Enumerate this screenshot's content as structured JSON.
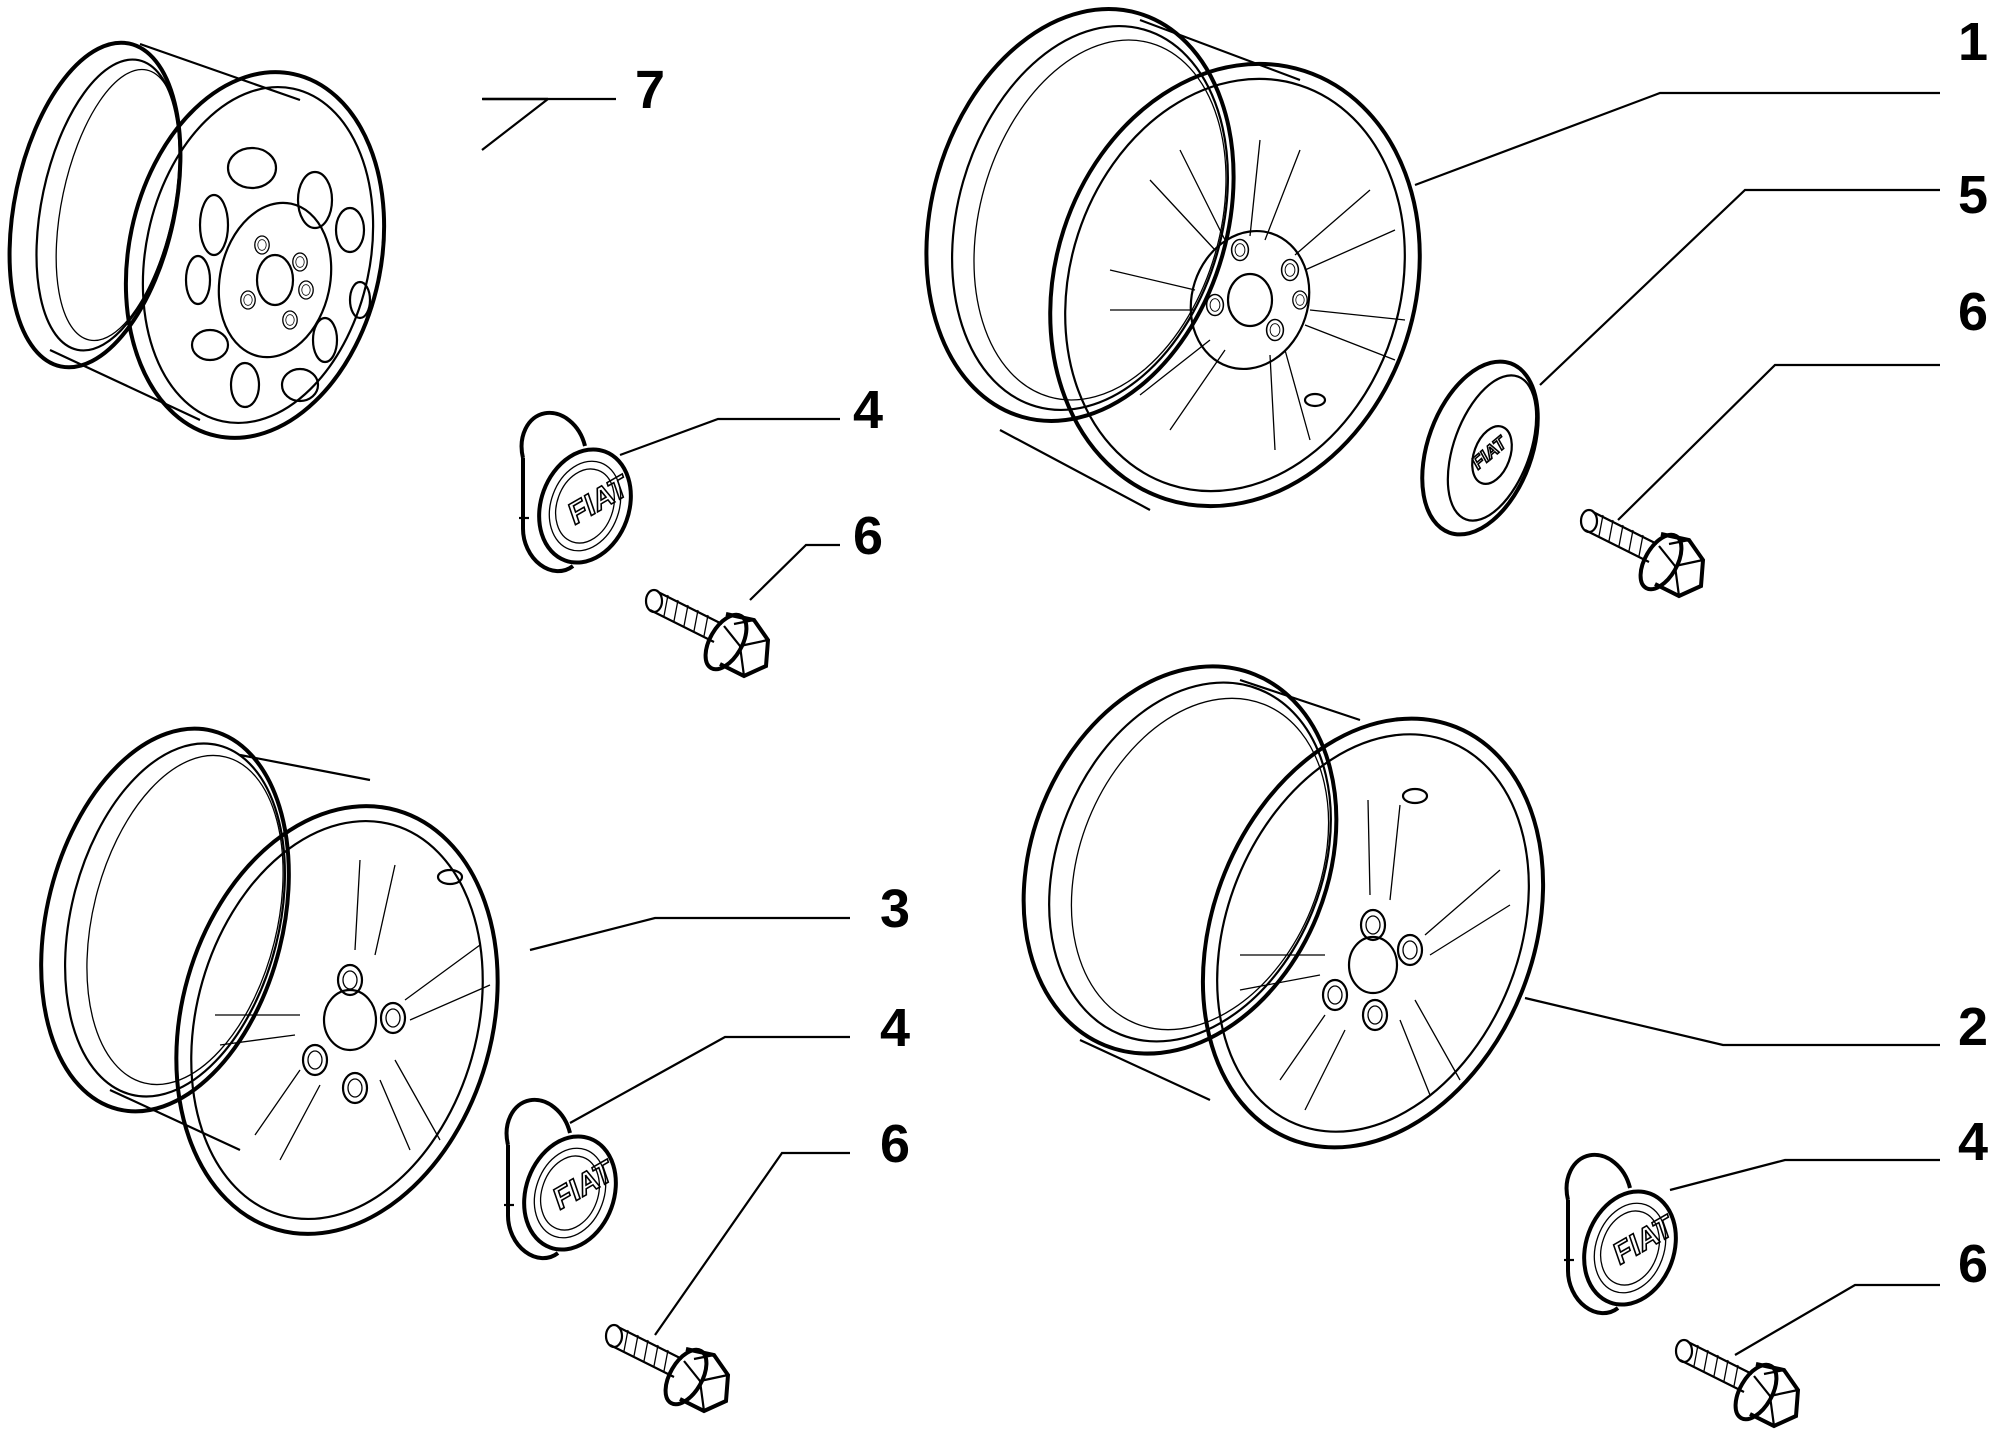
{
  "diagram": {
    "callouts": [
      {
        "id": "7",
        "label": "7"
      },
      {
        "id": "1",
        "label": "1"
      },
      {
        "id": "5",
        "label": "5"
      },
      {
        "id": "6a",
        "label": "6"
      },
      {
        "id": "4a",
        "label": "4"
      },
      {
        "id": "6b",
        "label": "6"
      },
      {
        "id": "3",
        "label": "3"
      },
      {
        "id": "4b",
        "label": "4"
      },
      {
        "id": "6c",
        "label": "6"
      },
      {
        "id": "2",
        "label": "2"
      },
      {
        "id": "4c",
        "label": "4"
      },
      {
        "id": "6d",
        "label": "6"
      }
    ],
    "logo_text": "FIAT"
  }
}
